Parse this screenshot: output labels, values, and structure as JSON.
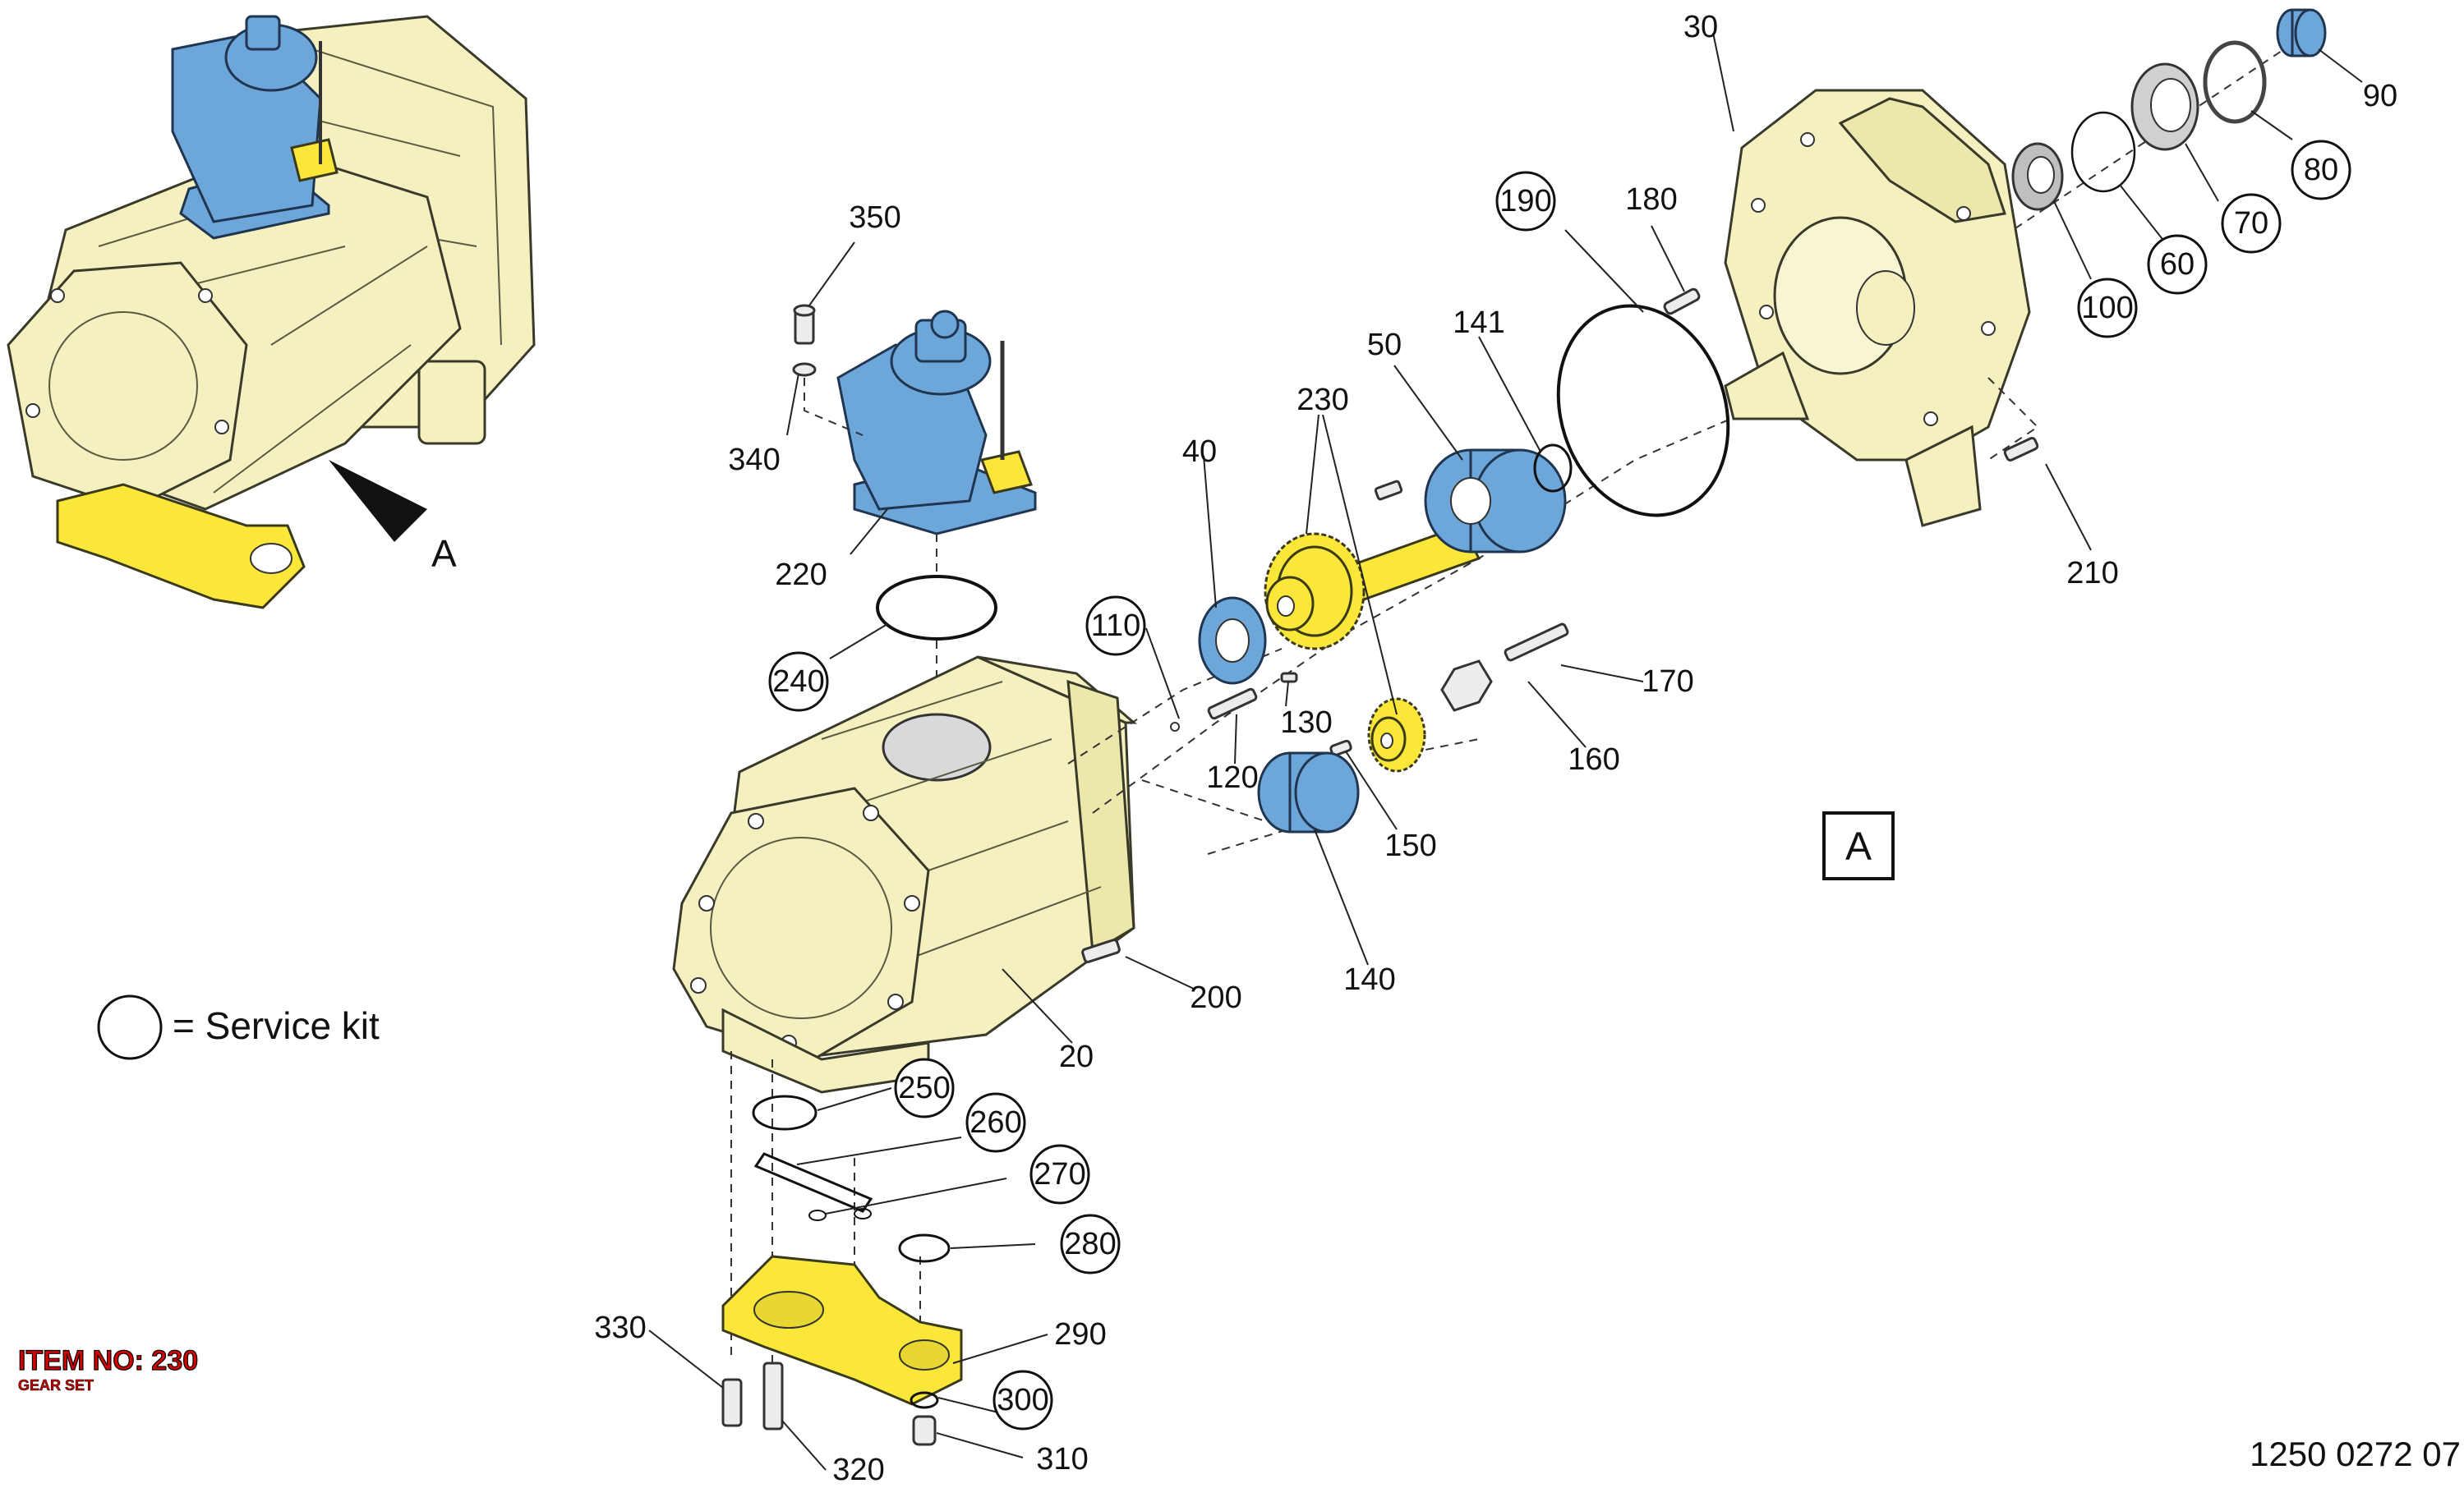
{
  "legend": {
    "text": "= Service kit"
  },
  "view_label": "A",
  "view_box_label": "A",
  "item": {
    "title": "ITEM NO: 230",
    "subtitle": "GEAR SET"
  },
  "drawing_number": "1250 0272 07",
  "parts": {
    "p20": "20",
    "p30": "30",
    "p40": "40",
    "p50": "50",
    "p60": "60",
    "p70": "70",
    "p80": "80",
    "p90": "90",
    "p100": "100",
    "p110": "110",
    "p120": "120",
    "p130": "130",
    "p140": "140",
    "p141": "141",
    "p150": "150",
    "p160": "160",
    "p170": "170",
    "p180": "180",
    "p190": "190",
    "p200": "200",
    "p210": "210",
    "p220": "220",
    "p230": "230",
    "p240": "240",
    "p250": "250",
    "p260": "260",
    "p270": "270",
    "p280": "280",
    "p290": "290",
    "p300": "300",
    "p310": "310",
    "p320": "320",
    "p330": "330",
    "p340": "340",
    "p350": "350"
  },
  "colors": {
    "housing": "#f4f0bf",
    "gear": "#fbe73a",
    "bearing": "#6da6d8",
    "item_text": "#d40000"
  }
}
